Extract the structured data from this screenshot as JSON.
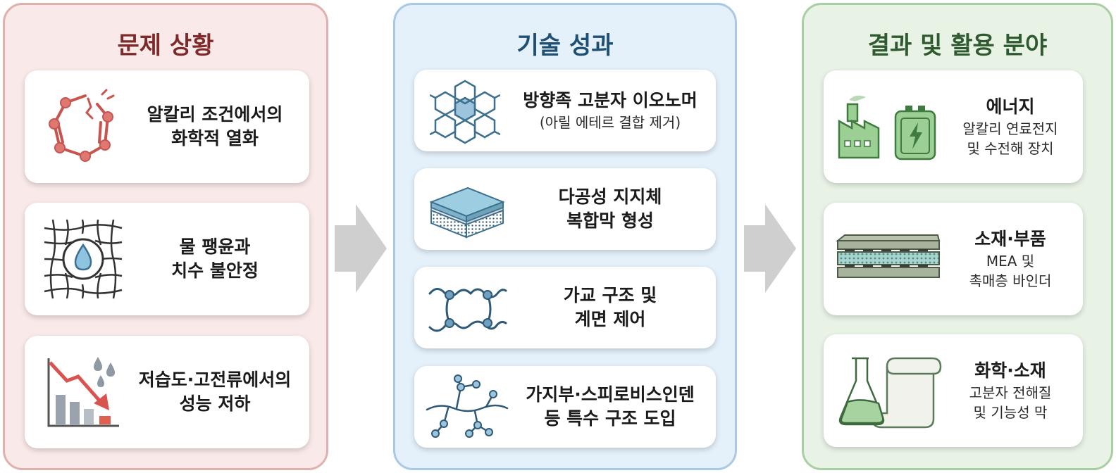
{
  "columns": {
    "problem": {
      "title": "문제 상황",
      "items": [
        {
          "icon": "broken-hexagon-icon",
          "line1": "알칼리 조건에서의",
          "line2": "화학적 열화"
        },
        {
          "icon": "water-drop-mesh-icon",
          "line1": "물 팽윤과",
          "line2": "치수 불안정"
        },
        {
          "icon": "declining-chart-icon",
          "line1": "저습도·고전류에서의",
          "line2": "성능 저하"
        }
      ]
    },
    "tech": {
      "title": "기술 성과",
      "items": [
        {
          "icon": "aromatic-ring-network-icon",
          "line1": "방향족 고분자 이오노머",
          "line2": "(아릴 에테르 결합 제거)"
        },
        {
          "icon": "porous-composite-layer-icon",
          "line1": "다공성 지지체",
          "line2": "복합막 형성"
        },
        {
          "icon": "crosslinked-chain-icon",
          "line1": "가교 구조 및",
          "line2": "계면 제어"
        },
        {
          "icon": "branched-molecule-icon",
          "line1": "가지부·스피로비스인덴",
          "line2": "등 특수 구조 도입"
        }
      ]
    },
    "result": {
      "title": "결과 및 활용 분야",
      "items": [
        {
          "icon": "factory-battery-icon",
          "heading": "에너지",
          "line1": "알칼리 연료전지",
          "line2": "및 수전해 장치"
        },
        {
          "icon": "mea-stack-icon",
          "heading": "소재·부품",
          "line1": "MEA 및",
          "line2": "촉매층 바인더"
        },
        {
          "icon": "flask-scroll-icon",
          "heading": "화학·소재",
          "line1": "고분자 전해질",
          "line2": "및 기능성 막"
        }
      ]
    }
  },
  "colors": {
    "problem_accent": "#c85450",
    "tech_accent": "#3d7aa0",
    "result_accent": "#6aa86a",
    "arrow": "#cfcfcf"
  }
}
